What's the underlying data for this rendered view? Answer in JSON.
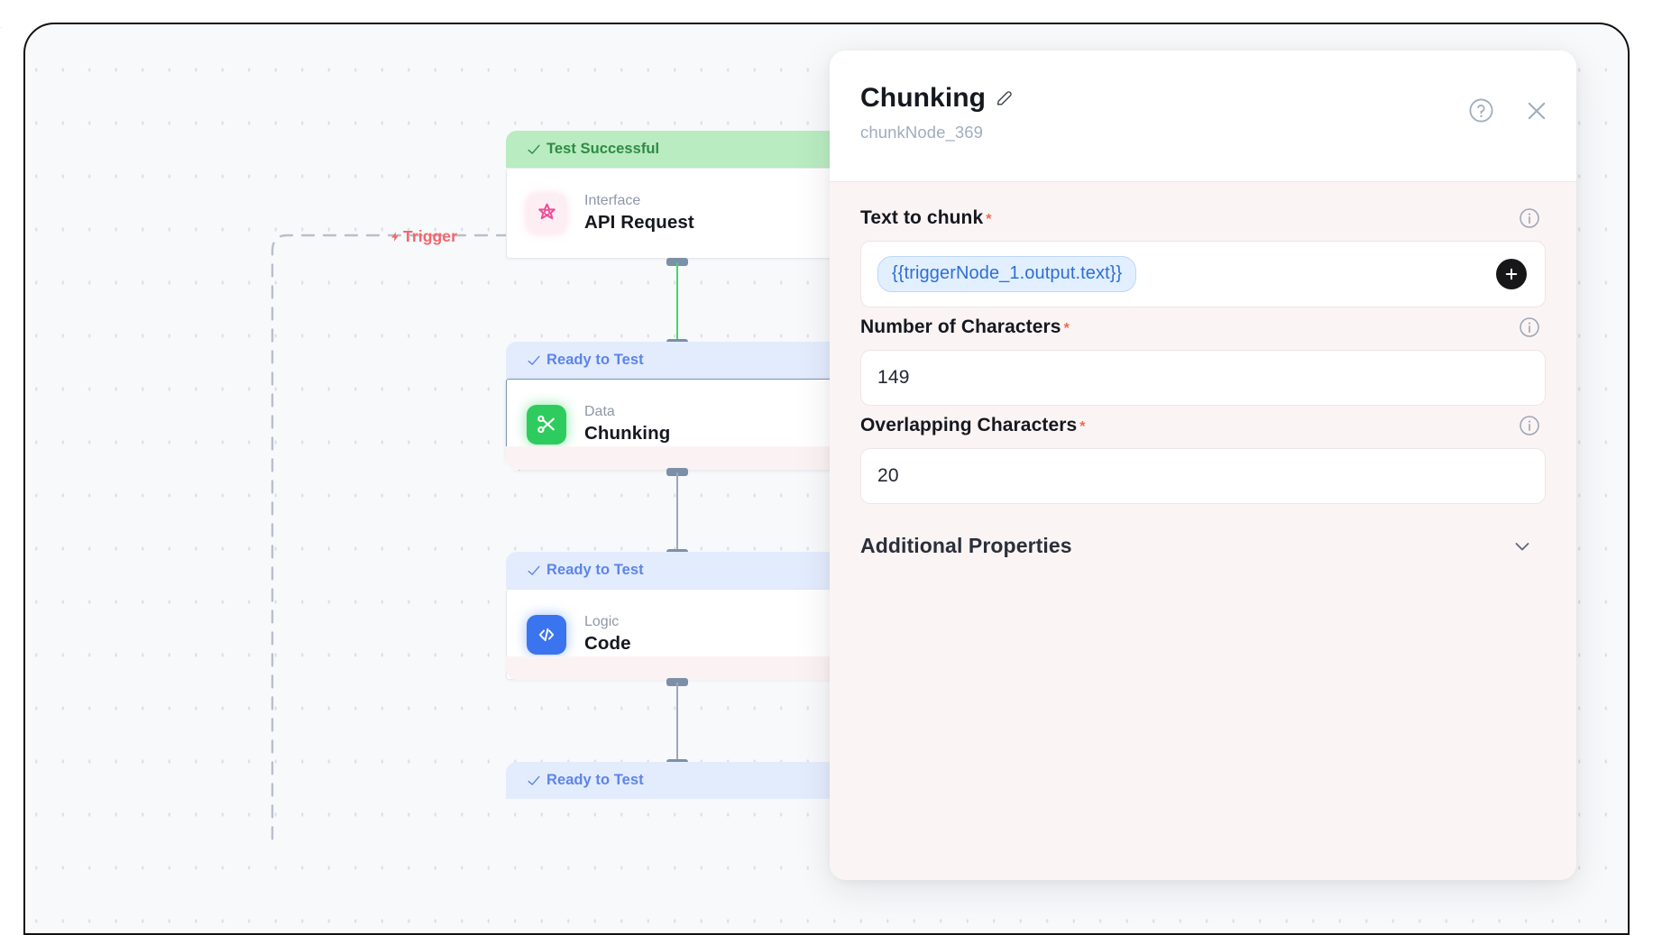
{
  "canvas": {
    "trigger_label": "Trigger",
    "nodes": [
      {
        "status": "Test Successful",
        "status_type": "success",
        "category": "Interface",
        "title": "API Request",
        "icon": "api-star-icon"
      },
      {
        "status": "Ready to Test",
        "status_type": "ready",
        "category": "Data",
        "title": "Chunking",
        "icon": "scissors-icon"
      },
      {
        "status": "Ready to Test",
        "status_type": "ready",
        "category": "Logic",
        "title": "Code",
        "icon": "code-brackets-icon"
      },
      {
        "status": "Ready to Test",
        "status_type": "ready",
        "category": "",
        "title": "",
        "icon": ""
      }
    ]
  },
  "panel": {
    "title": "Chunking",
    "node_id": "chunkNode_369",
    "edit_icon": "pencil-icon",
    "help_icon": "help-circle-icon",
    "close_icon": "close-icon",
    "fields": [
      {
        "label": "Text to chunk",
        "required": "*",
        "info_icon": "info-icon",
        "type": "token",
        "value": "{{triggerNode_1.output.text}}",
        "add_icon": "plus-icon"
      },
      {
        "label": "Number of Characters",
        "required": "*",
        "info_icon": "info-icon",
        "type": "number",
        "value": "149"
      },
      {
        "label": "Overlapping Characters",
        "required": "*",
        "info_icon": "info-icon",
        "type": "number",
        "value": "20"
      }
    ],
    "additional_properties": {
      "label": "Additional Properties",
      "chevron_icon": "chevron-down-icon"
    }
  },
  "colors": {
    "success_bg": "#b9ecc0",
    "success_text": "#2f8a46",
    "ready_bg": "#e3ecfd",
    "ready_text": "#5d84e8",
    "trigger": "#f4656a",
    "edge_active": "#3fd964",
    "edge_idle": "#9aa8bb",
    "token_text": "#2e6fd4",
    "required": "#f06a4a",
    "panel_body": "#fbf4f4"
  }
}
